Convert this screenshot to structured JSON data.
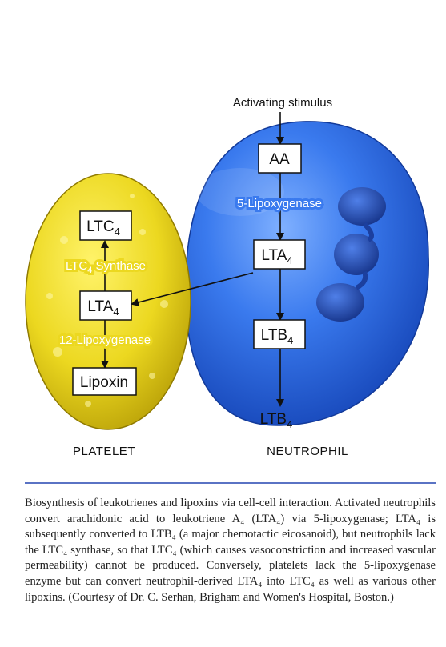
{
  "stimulus": "Activating stimulus",
  "neutrophil": {
    "name": "NEUTROPHIL",
    "aa": "AA",
    "enzyme": "5-Lipoxygenase",
    "lta4": [
      "LTA",
      "4"
    ],
    "ltb4": [
      "LTB",
      "4"
    ],
    "output": [
      "LTB",
      "4"
    ]
  },
  "platelet": {
    "name": "PLATELET",
    "ltc4": [
      "LTC",
      "4"
    ],
    "synthase": [
      "LTC",
      "4",
      " Synthase"
    ],
    "lta4": [
      "LTA",
      "4"
    ],
    "enzyme": "12-Lipoxygenase",
    "lipoxin": "Lipoxin"
  },
  "caption": "Biosynthesis of leukotrienes and lipoxins via cell-cell interaction. Activated neutrophils convert arachidonic acid to leukotriene A₄ (LTA₄) via 5-lipoxygenase; LTA₄ is subsequently converted to LTB₄ (a major chemotactic eicosanoid), but neutrophils lack the LTC₄ synthase, so that LTC₄ (which causes vasoconstriction and increased vascular permeability) cannot be produced. Conversely, platelets lack the 5-lipoxygenase enzyme but can convert neutrophil-derived LTA₄ into LTC₄ as well as various other lipoxins. (Courtesy of Dr. C. Serhan, Brigham and Women's Hospital, Boston.)",
  "colors": {
    "neutrophil": "#2f6fe0",
    "nucleus": "#1c3f9e",
    "platelet": "#e6d21a",
    "rule": "#5a73c4"
  }
}
